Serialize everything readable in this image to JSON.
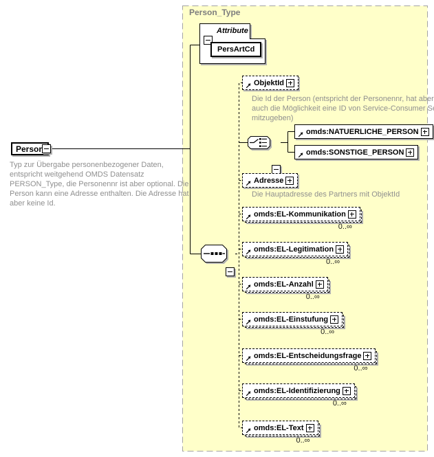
{
  "diagram": {
    "root": {
      "name": "Person",
      "annotation": "Typ zur Übergabe personenbezogener Daten, entspricht weitgehend OMDS Datensatz PERSON_Type, die Personennr ist aber optional. Die Person kann eine Adresse enthalten. Die Adresse hat aber keine Id."
    },
    "complex_type": {
      "title": "Person_Type"
    },
    "attributes": {
      "header": "Attribute",
      "items": [
        {
          "name": "PersArtCd"
        }
      ]
    },
    "elements": {
      "objektid": {
        "name": "ObjektId",
        "annotation": "Die Id der Person (entspricht der Personennr, hat aber auch die Möglichkeit eine ID von Service-Consumer Seite mitzugeben)"
      },
      "natuerliche_person": {
        "name": "omds:NATUERLICHE_PERSON"
      },
      "sonstige_person": {
        "name": "omds:SONSTIGE_PERSON"
      },
      "adresse": {
        "name": "Adresse",
        "annotation": "Die Hauptadresse des Partners mit ObjektId"
      },
      "el_kommunikation": {
        "name": "omds:EL-Kommunikation",
        "occurs": "0..∞"
      },
      "el_legitimation": {
        "name": "omds:EL-Legitimation",
        "occurs": "0..∞"
      },
      "el_anzahl": {
        "name": "omds:EL-Anzahl",
        "occurs": "0..∞"
      },
      "el_einstufung": {
        "name": "omds:EL-Einstufung",
        "occurs": "0..∞"
      },
      "el_entscheidungsfrage": {
        "name": "omds:EL-Entscheidungsfrage",
        "occurs": "0..∞"
      },
      "el_identifizierung": {
        "name": "omds:EL-Identifizierung",
        "occurs": "0..∞"
      },
      "el_text": {
        "name": "omds:EL-Text",
        "occurs": "0..∞"
      }
    },
    "icons": {
      "sequence": "sequence-icon",
      "choice": "choice-icon",
      "expand": "plus-icon",
      "collapse": "minus-icon",
      "reference": "ne-arrow-icon"
    },
    "colors": {
      "type_background": "#ffffc9",
      "type_border": "#a3a3a3",
      "box_border": "#000000",
      "box_shadow": "#b0b0b0",
      "annotation_text": "#8f8f8f",
      "type_title_text": "#7d7d7d"
    }
  }
}
